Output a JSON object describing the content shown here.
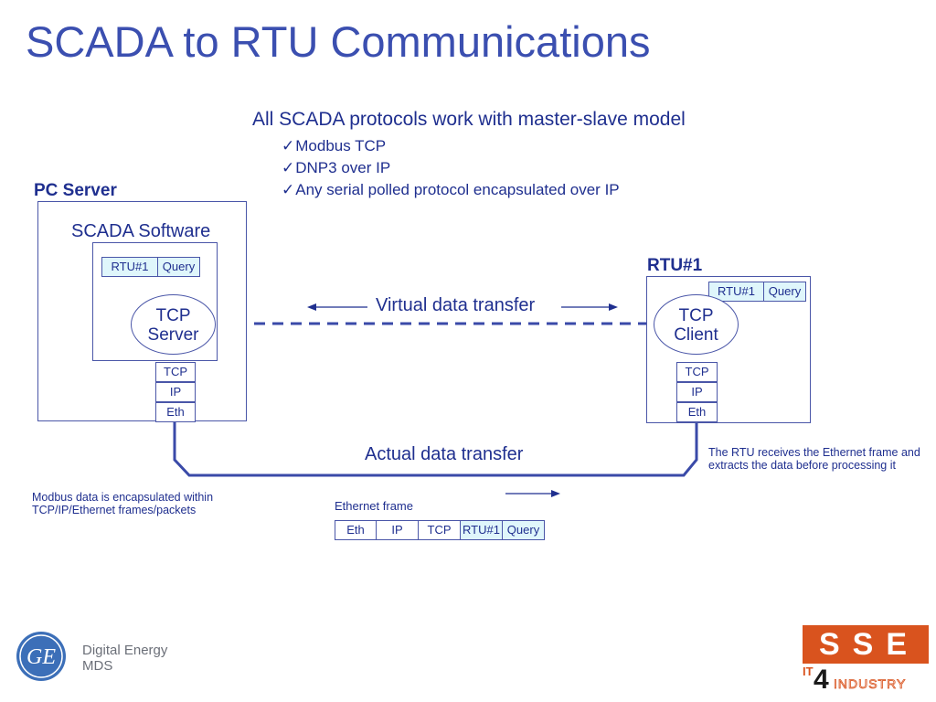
{
  "title": "SCADA to RTU Communications",
  "bullets": {
    "heading": "All SCADA protocols work with master-slave model",
    "check": "✓",
    "items": [
      "Modbus TCP",
      "DNP3 over IP",
      "Any serial polled protocol encapsulated over IP"
    ]
  },
  "pc_server": {
    "label": "PC Server",
    "software_label": "SCADA Software",
    "packet": [
      "RTU#1",
      "Query"
    ],
    "tcp_ellipse": [
      "TCP",
      "Server"
    ],
    "stack": [
      "TCP",
      "IP",
      "Eth"
    ]
  },
  "rtu": {
    "label": "RTU#1",
    "packet": [
      "RTU#1",
      "Query"
    ],
    "tcp_ellipse": [
      "TCP",
      "Client"
    ],
    "stack": [
      "TCP",
      "IP",
      "Eth"
    ]
  },
  "virtual_transfer": "Virtual data transfer",
  "actual_transfer": "Actual data transfer",
  "note_left": "Modbus data is encapsulated within TCP/IP/Ethernet frames/packets",
  "note_right": "The RTU receives the Ethernet frame and extracts the data before processing it",
  "ethernet_frame": {
    "label": "Ethernet frame",
    "fields": [
      "Eth",
      "IP",
      "TCP",
      "RTU#1",
      "Query"
    ]
  },
  "logos": {
    "ge_line1": "Digital Energy",
    "ge_line2": "MDS",
    "sse_top": "SSE",
    "sse_it": "IT",
    "sse_4": "4",
    "sse_industry": "INDUSTRY"
  },
  "colors": {
    "title": "#3b4fb0",
    "text": "#1f2f8f",
    "line": "#4a56a8",
    "highlight": "#dff6fb",
    "sse_orange": "#d9531e"
  }
}
